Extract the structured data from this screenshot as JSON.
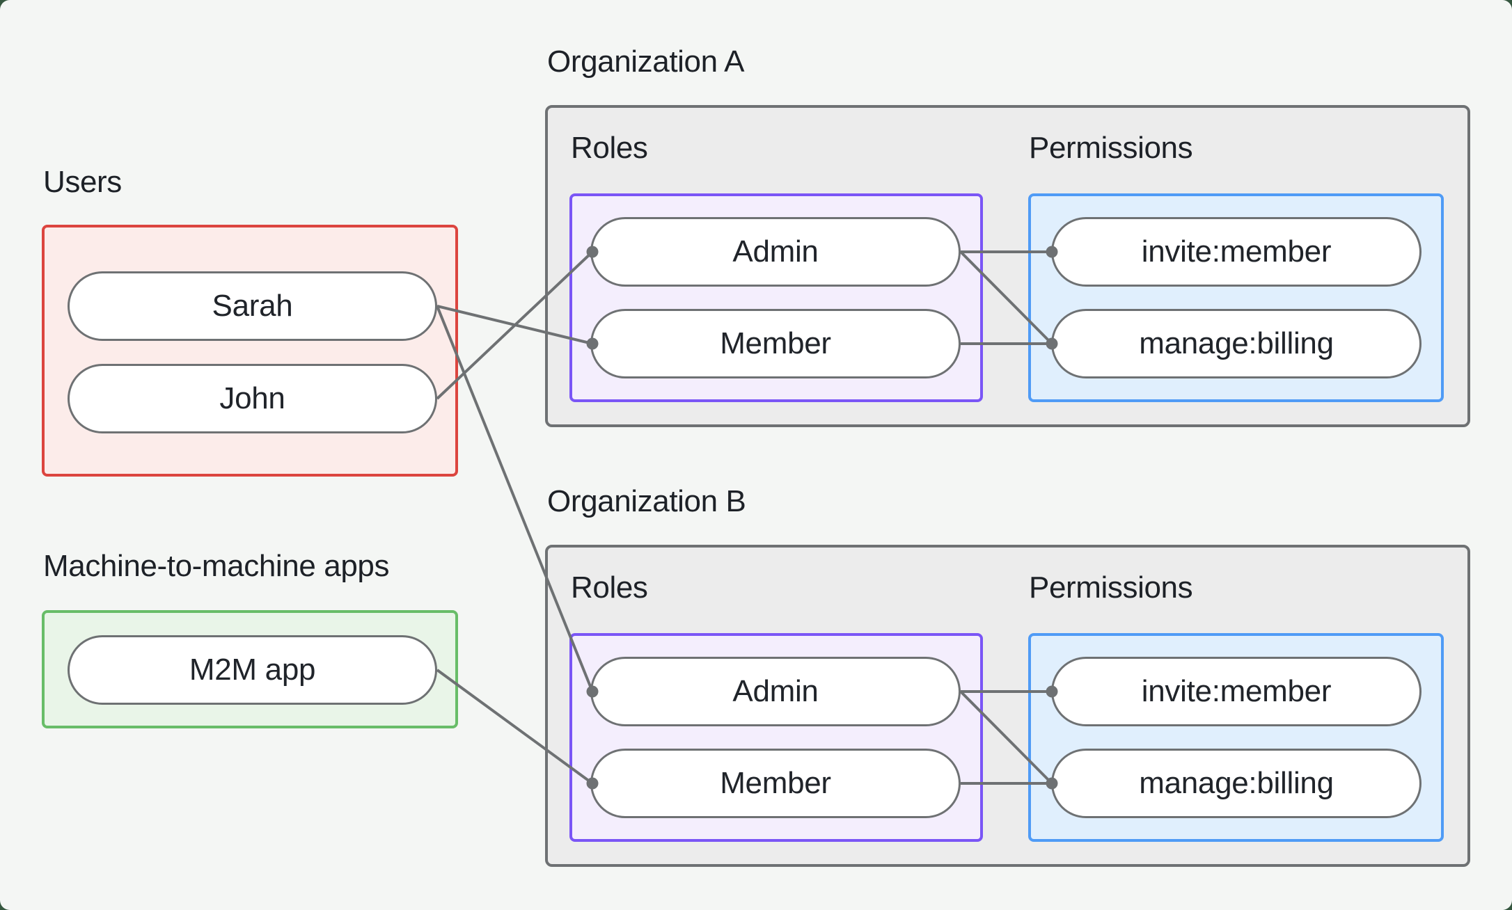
{
  "page": {
    "background": "#35573f",
    "card_background": "#f4f6f4"
  },
  "users_section": {
    "title": "Users",
    "users": [
      "Sarah",
      "John"
    ]
  },
  "m2m_section": {
    "title": "Machine-to-machine apps",
    "apps": [
      "M2M app"
    ]
  },
  "organizations": [
    {
      "title": "Organization A",
      "roles_label": "Roles",
      "permissions_label": "Permissions",
      "roles": [
        "Admin",
        "Member"
      ],
      "permissions": [
        "invite:member",
        "manage:billing"
      ]
    },
    {
      "title": "Organization B",
      "roles_label": "Roles",
      "permissions_label": "Permissions",
      "roles": [
        "Admin",
        "Member"
      ],
      "permissions": [
        "invite:member",
        "manage:billing"
      ]
    }
  ],
  "connections": [
    {
      "from": "Sarah",
      "to": "Organization A / Member"
    },
    {
      "from": "John",
      "to": "Organization A / Admin"
    },
    {
      "from": "Sarah",
      "to": "Organization B / Admin"
    },
    {
      "from": "M2M app",
      "to": "Organization B / Member"
    },
    {
      "from": "Organization A / Admin",
      "to": "Organization A / invite:member"
    },
    {
      "from": "Organization A / Admin",
      "to": "Organization A / manage:billing"
    },
    {
      "from": "Organization A / Member",
      "to": "Organization A / manage:billing"
    },
    {
      "from": "Organization B / Admin",
      "to": "Organization B / invite:member"
    },
    {
      "from": "Organization B / Admin",
      "to": "Organization B / manage:billing"
    },
    {
      "from": "Organization B / Member",
      "to": "Organization B / manage:billing"
    }
  ],
  "colors": {
    "page_background": "#35573f",
    "card_background": "#f4f6f4",
    "users_border": "#dc453f",
    "users_fill": "#fcecea",
    "m2m_border": "#68bd68",
    "m2m_fill": "#e9f5e8",
    "roles_border": "#7a55f6",
    "roles_fill": "#f4eefd",
    "permissions_border": "#4f9bf6",
    "permissions_fill": "#e0effd",
    "org_fill": "#ececec",
    "org_border": "#6e7173",
    "connector": "#6e7173",
    "text": "#1d2127"
  }
}
